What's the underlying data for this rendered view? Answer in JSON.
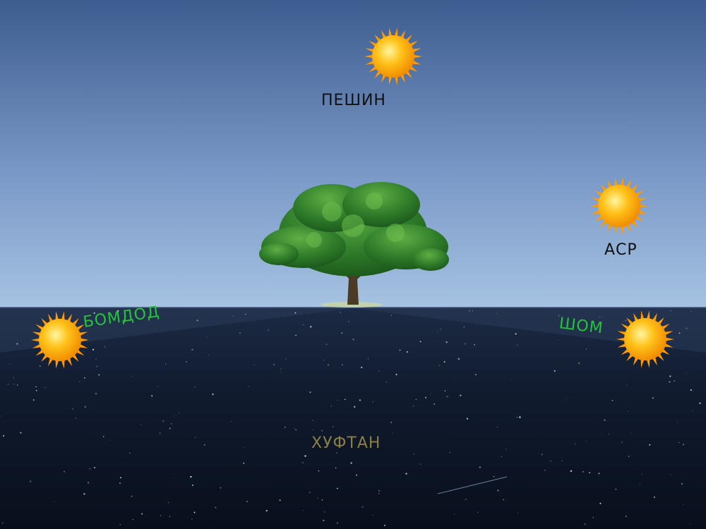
{
  "labels": {
    "noon": "ПЕШИН",
    "afternoon": "АСР",
    "dawn": "БОМДОД",
    "sunset": "ШОМ",
    "night": "ХУФТАН"
  },
  "colors": {
    "sky_top": "#3d5c8f",
    "sky_horizon": "#a6c3e2",
    "night_ground": "#0c1627",
    "sun_core": "#ffb300",
    "sun_rays": "#ff9a00",
    "tree_foliage": "#2f7d2a",
    "label_green": "#22c43a",
    "label_dark": "#111111",
    "label_olive": "#8a7f45"
  },
  "icons": {
    "sun": "sun-icon",
    "tree": "tree-icon",
    "stars": "star-field"
  }
}
